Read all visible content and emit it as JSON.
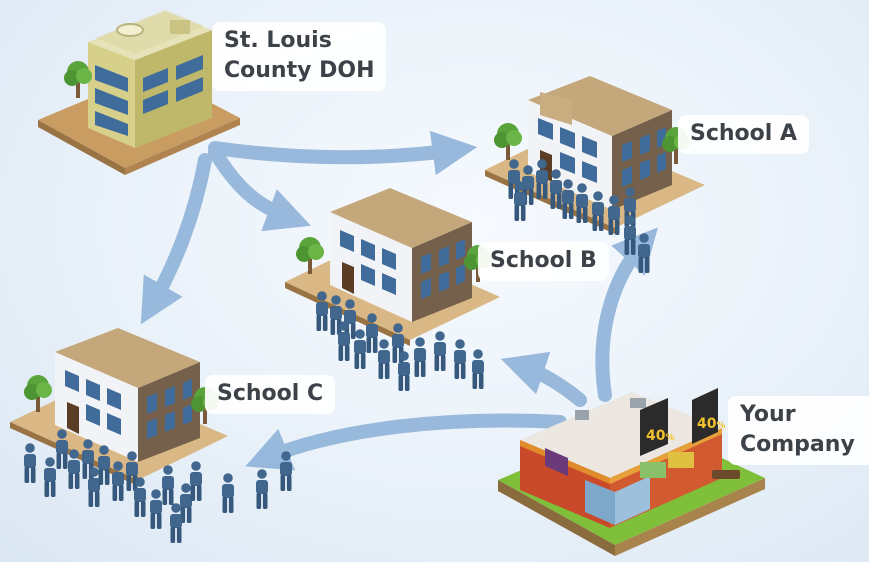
{
  "nodes": {
    "doh": {
      "line1": "St. Louis",
      "line2": "County DOH"
    },
    "school_a": {
      "label": "School A"
    },
    "school_b": {
      "label": "School B"
    },
    "school_c": {
      "label": "School C"
    },
    "company": {
      "line1": "Your",
      "line2": "Company"
    }
  },
  "storefront": {
    "sign_left": "40",
    "sign_right": "40",
    "sign_unit": "%"
  },
  "colors": {
    "arrow": "#8fb3d9",
    "building_tan": "#c4a77a",
    "building_brown": "#75614b",
    "doh_yellow": "#cfc97c",
    "person": "#41678f",
    "store_red": "#c84a2a",
    "grass": "#7fbf3a"
  }
}
